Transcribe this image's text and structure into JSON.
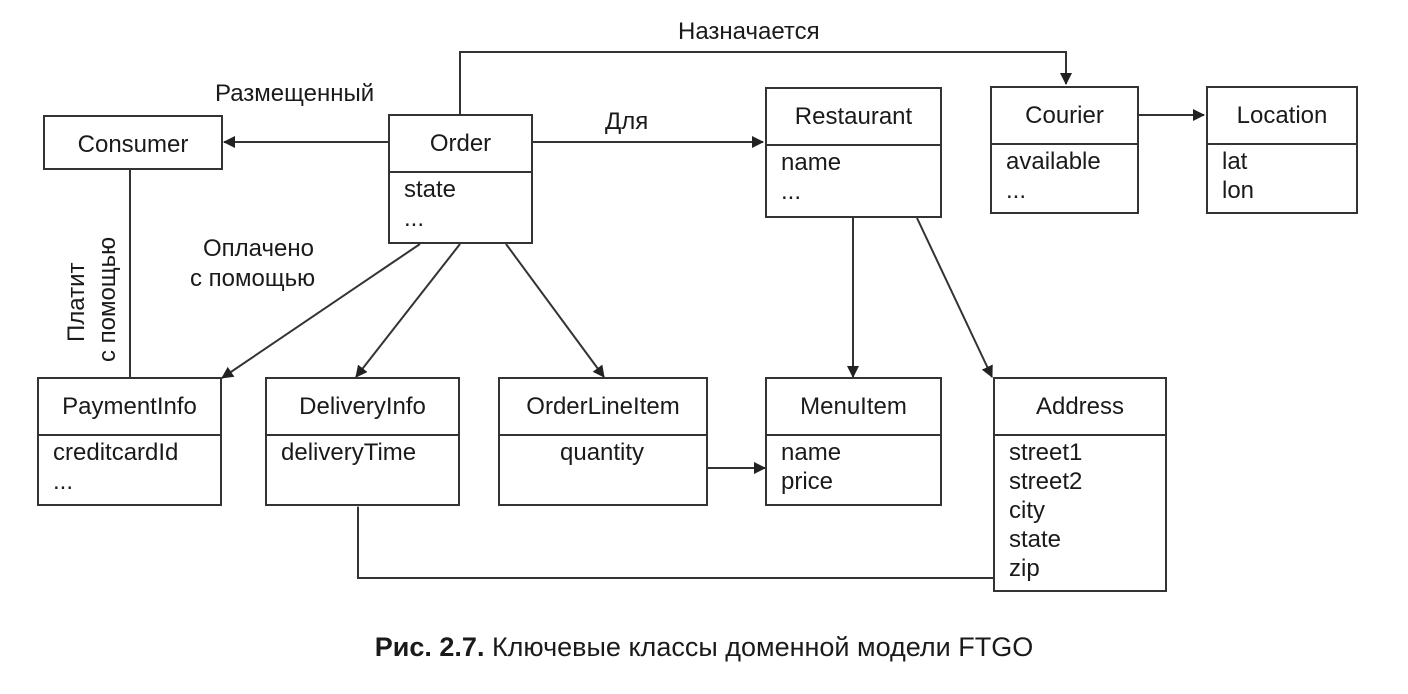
{
  "classes": {
    "consumer": {
      "name": "Consumer"
    },
    "order": {
      "name": "Order",
      "attrs": [
        "state",
        "..."
      ]
    },
    "restaurant": {
      "name": "Restaurant",
      "attrs": [
        "name",
        "..."
      ]
    },
    "courier": {
      "name": "Courier",
      "attrs": [
        "available",
        "..."
      ]
    },
    "location": {
      "name": "Location",
      "attrs": [
        "lat",
        "lon"
      ]
    },
    "payment_info": {
      "name": "PaymentInfo",
      "attrs": [
        "creditcardId",
        "..."
      ]
    },
    "delivery_info": {
      "name": "DeliveryInfo",
      "attrs": [
        "deliveryTime"
      ]
    },
    "order_line_item": {
      "name": "OrderLineItem",
      "attrs": [
        "quantity"
      ]
    },
    "menu_item": {
      "name": "MenuItem",
      "attrs": [
        "name",
        "price"
      ]
    },
    "address": {
      "name": "Address",
      "attrs": [
        "street1",
        "street2",
        "city",
        "state",
        "zip"
      ]
    }
  },
  "relations": {
    "assigned": "Назначается",
    "placed": "Размещенный",
    "for": "Для",
    "paid_with_1": "Оплачено",
    "paid_with_2": "с помощью",
    "pays_with_1": "Платит",
    "pays_with_2": "с помощью"
  },
  "caption": {
    "number": "Рис. 2.7.",
    "text": " Ключевые классы доменной модели FTGO"
  }
}
